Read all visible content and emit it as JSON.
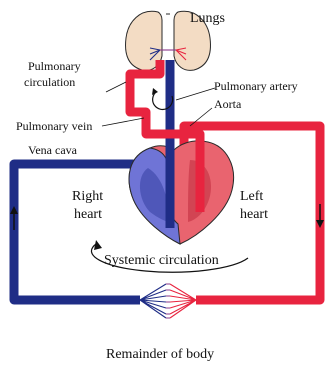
{
  "labels": {
    "lungs": "Lungs",
    "pulmonary_circulation_line1": "Pulmonary",
    "pulmonary_circulation_line2": "circulation",
    "pulmonary_artery": "Pulmonary artery",
    "aorta": "Aorta",
    "pulmonary_vein": "Pulmonary vein",
    "vena_cava": "Vena cava",
    "right_heart_line1": "Right",
    "right_heart_line2": "heart",
    "left_heart_line1": "Left",
    "left_heart_line2": "heart",
    "systemic_circulation": "Systemic circulation",
    "remainder_of_body": "Remainder of body"
  },
  "colors": {
    "oxygenated": "#e8243f",
    "deoxygenated": "#1f2d86",
    "lung_tissue": "#f3dcc4",
    "right_heart": "#6f74d6",
    "left_heart": "#e9646f",
    "outline": "#2a2a2a"
  }
}
